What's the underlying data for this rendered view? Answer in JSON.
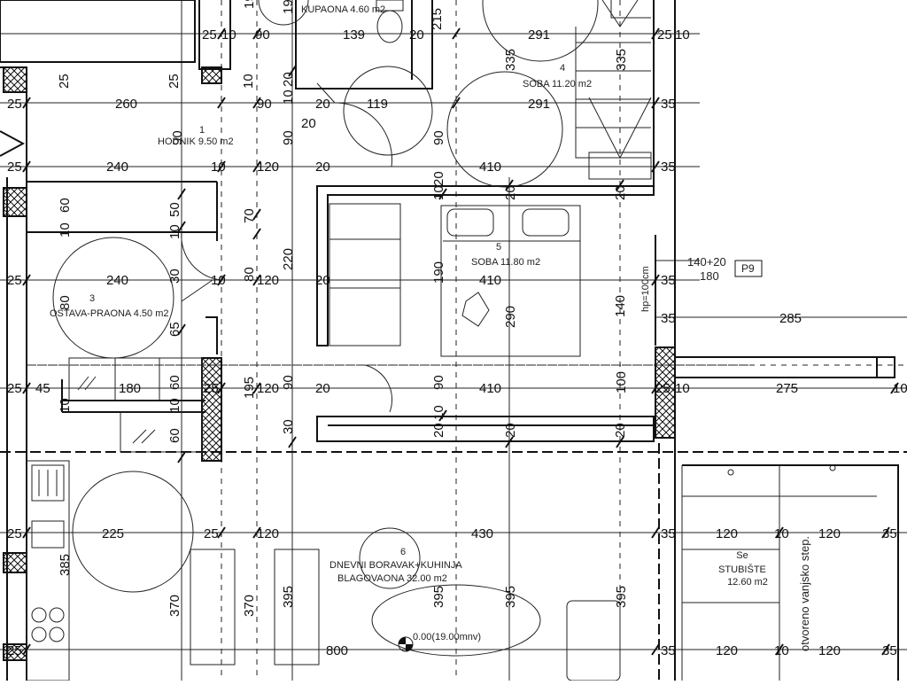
{
  "rooms": {
    "kupaona": "KUPAONA 4.60 m2",
    "soba4_num": "4",
    "soba4": "SOBA 11.20 m2",
    "hodnik_num": "1",
    "hodnik": "HODNIK 9.50 m2",
    "soba5_num": "5",
    "soba5": "SOBA 11.80 m2",
    "ostava_num": "3",
    "ostava": "OSTAVA-PRAONA 4.50 m2",
    "dnevni_num": "6",
    "dnevni_line1": "DNEVNI BORAVAK+KUHINJA",
    "dnevni_line2": "BLAGOVAONA 32.00 m2",
    "stubiste_code": "Se",
    "stubiste_line1": "STUBIŠTE",
    "stubiste_line2": "12.60 m2"
  },
  "notes": {
    "window_top": "140+20",
    "window_bottom": "180",
    "window_tag": "P9",
    "hp": "hp=100cm",
    "level": "0.00(19.00mnv)",
    "outdoor_stairs": "otvoreno vanjsko step."
  },
  "colors": {
    "line": "#111111",
    "note_red": "#d0105a"
  },
  "dims": {
    "d25": "25",
    "d10": "10",
    "d90": "90",
    "d139": "139",
    "d20": "20",
    "d291": "291",
    "d335": "335",
    "d215": "215",
    "d19": "19",
    "d260": "260",
    "d119": "119",
    "d240": "240",
    "d120": "120",
    "d410": "410",
    "d35": "35",
    "d60": "60",
    "d50": "50",
    "d70": "70",
    "d220": "220",
    "d190": "190",
    "d140": "140",
    "d80": "80",
    "d290": "290",
    "d285": "285",
    "d65": "65",
    "d45": "45",
    "d180": "180",
    "d195": "195",
    "d100": "100",
    "d275": "275",
    "d30": "30",
    "d225": "225",
    "d430": "430",
    "d385": "385",
    "d370": "370",
    "d395": "395",
    "d800": "800"
  }
}
